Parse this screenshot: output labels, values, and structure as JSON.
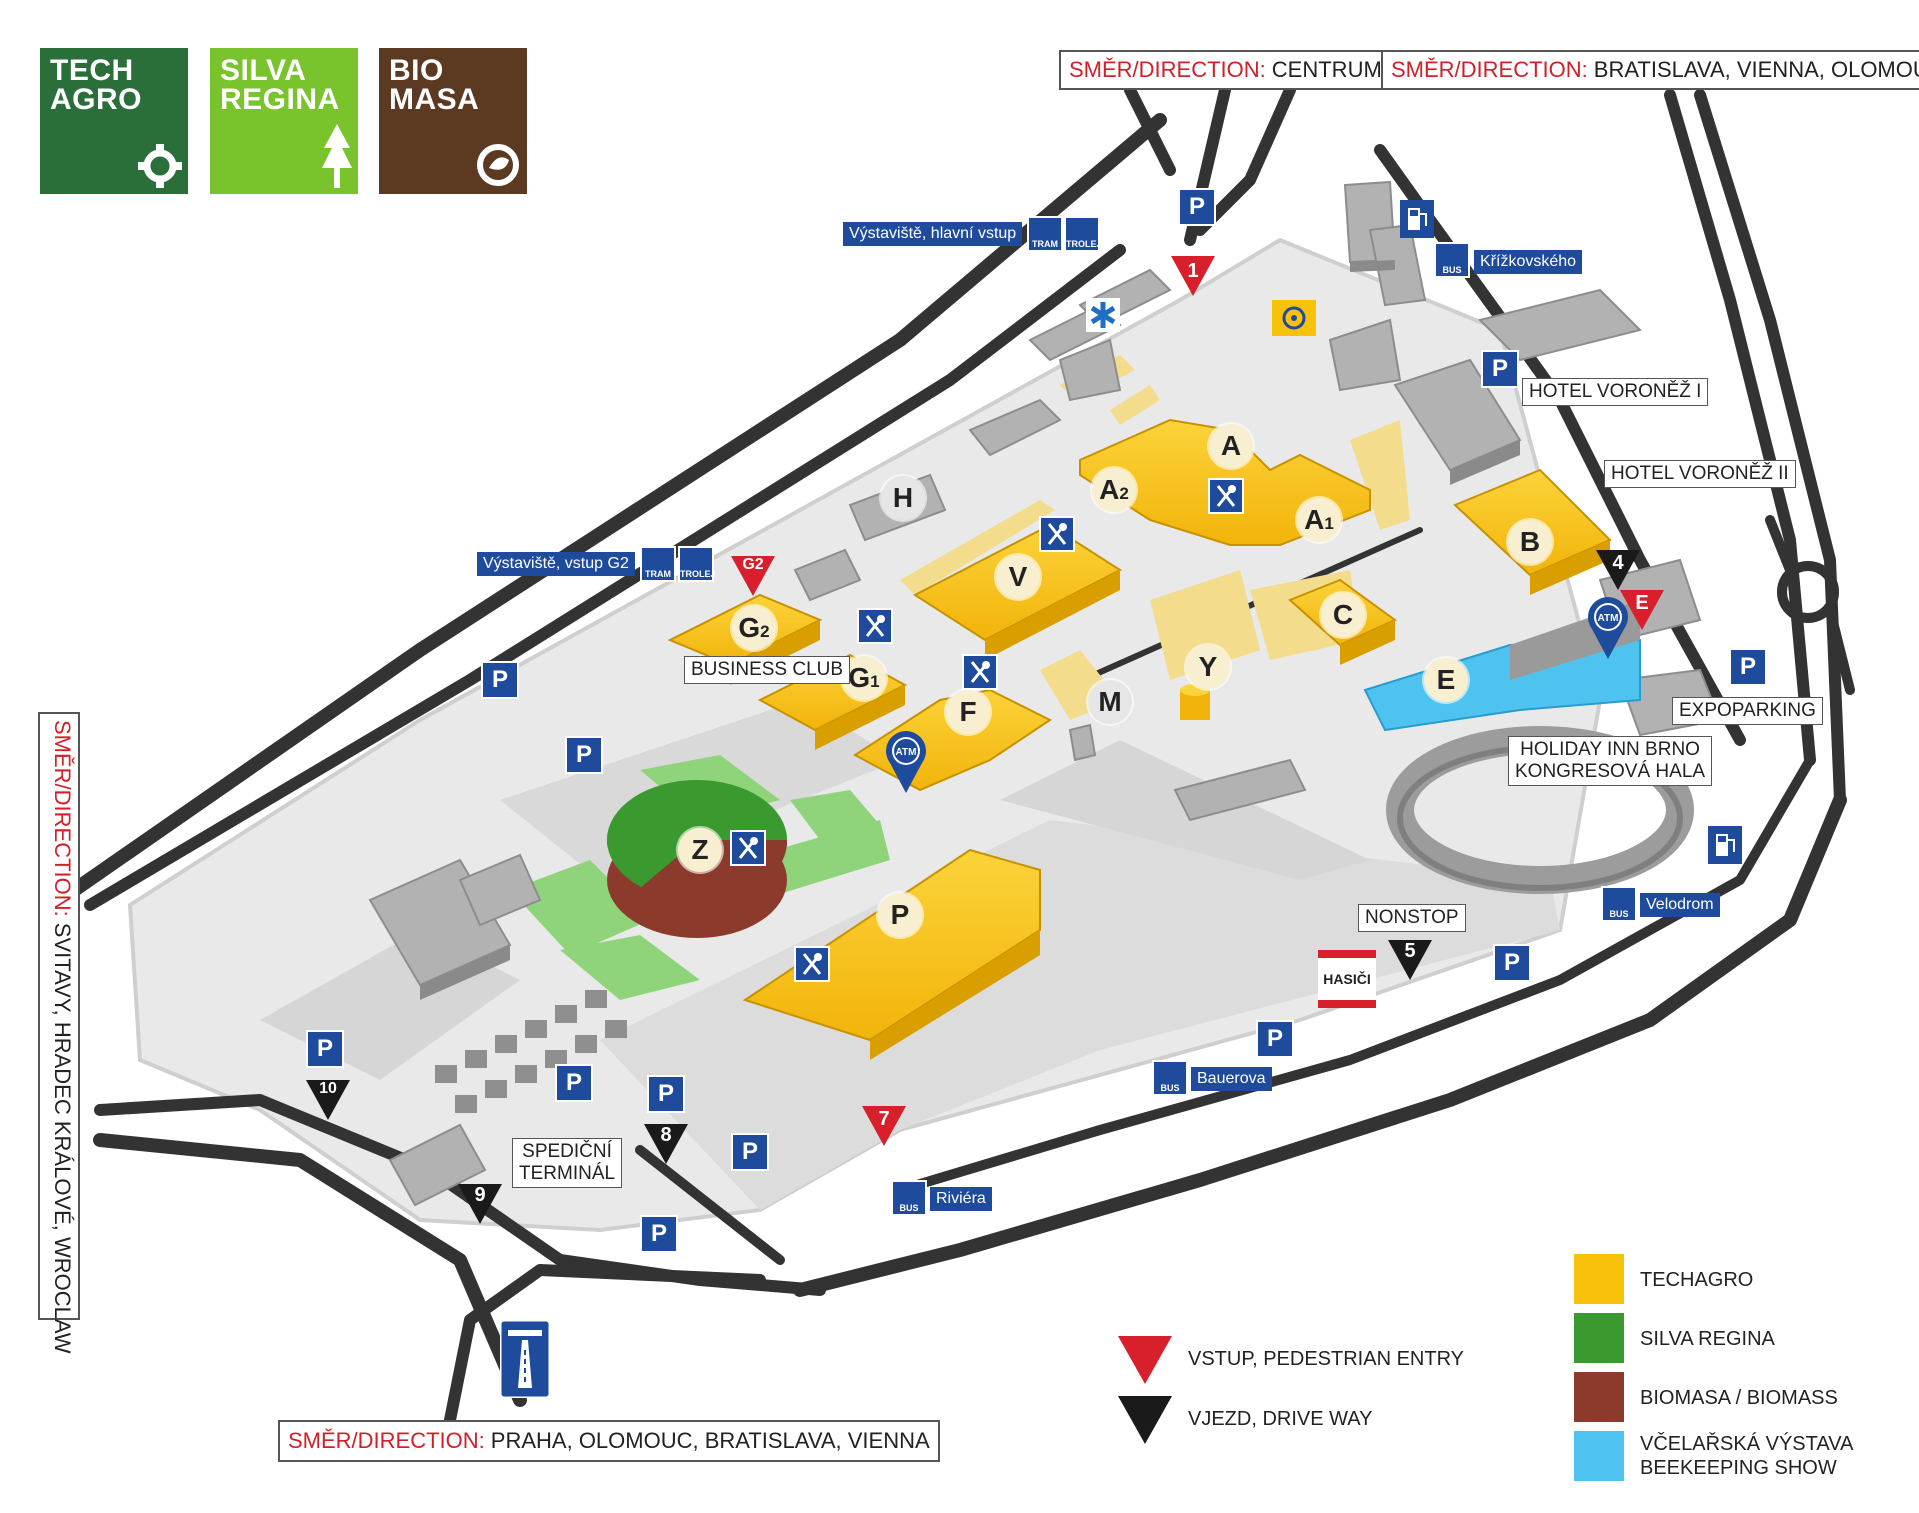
{
  "logos": {
    "techagro": [
      "TECH",
      "AGRO"
    ],
    "silva": [
      "SILVA",
      "REGINA"
    ],
    "biomasa": [
      "BIO",
      "MASA"
    ]
  },
  "directions": {
    "prefix": "SMĚR/DIRECTION:",
    "centrum": "CENTRUM",
    "bratislava": "BRATISLAVA, VIENNA, OLOMOUC",
    "svitavy": "SVITAVY, HRADEC KRÁLOVÉ, WROCLAW",
    "praha": "PRAHA, OLOMOUC, BRATISLAVA, VIENNA"
  },
  "halls": {
    "A": "A",
    "A1": "A",
    "A1_sub": "1",
    "A2": "A",
    "A2_sub": "2",
    "B": "B",
    "C": "C",
    "E": "E",
    "F": "F",
    "G1": "G",
    "G1_sub": "1",
    "G2": "G",
    "G2_sub": "2",
    "H": "H",
    "M": "M",
    "P": "P",
    "V": "V",
    "Y": "Y",
    "Z": "Z"
  },
  "places": {
    "business_club": "BUSINESS CLUB",
    "hotel_voronez_1": "HOTEL VORONĚŽ I",
    "hotel_voronez_2": "HOTEL VORONĚŽ II",
    "expoparking": "EXPOPARKING",
    "holiday_inn": [
      "HOLIDAY INN BRNO",
      "KONGRESOVÁ HALA"
    ],
    "nonstop": "NONSTOP",
    "hasici": "HASIČI",
    "spedicni": [
      "SPEDIČNÍ",
      "TERMINÁL"
    ]
  },
  "stops": {
    "hlavni_vstup": "Výstaviště, hlavní vstup",
    "vstup_g2": "Výstaviště, vstup G2",
    "krizkovskeho": "Křížkovského",
    "velodrom": "Velodrom",
    "bauerova": "Bauerova",
    "riviera": "Riviéra",
    "tram": "TRAM",
    "trolej": "TROLEJ",
    "bus": "BUS"
  },
  "entries": {
    "pedestrian": [
      "1",
      "G2",
      "E",
      "7"
    ],
    "drive": [
      "4",
      "5",
      "8",
      "9",
      "10"
    ]
  },
  "signs": {
    "parking": "P",
    "atm": "ATM"
  },
  "legend": {
    "items": [
      {
        "label": "TECHAGRO",
        "color": "#f9c20a"
      },
      {
        "label": "SILVA REGINA",
        "color": "#3a9a2f"
      },
      {
        "label": "BIOMASA / BIOMASS",
        "color": "#8b3a2c"
      },
      {
        "label": [
          "VČELAŘSKÁ VÝSTAVA",
          "BEEKEEPING SHOW"
        ],
        "color": "#4fc3f0"
      }
    ],
    "pedestrian_entry": "VSTUP, PEDESTRIAN ENTRY",
    "drive_way": "VJEZD, DRIVE WAY",
    "pedestrian_color": "#d7202c",
    "drive_color": "#1a1a1a"
  },
  "colors": {
    "road": "#333333",
    "ground": "#e8e8e8",
    "building_grey": "#a8a8a8",
    "yellow": "#f9c20a",
    "blue_sign": "#1e4b9b"
  }
}
